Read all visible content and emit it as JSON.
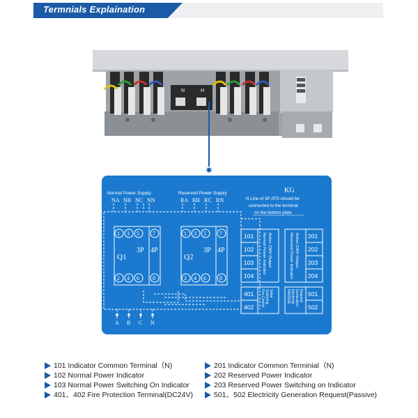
{
  "header": {
    "title": "Termnials Explaination"
  },
  "device": {
    "n_label": "N",
    "h_label": "H"
  },
  "diagram": {
    "kg": "KG",
    "normal_title": "Normal Power Supply",
    "normal_terms": [
      "NA",
      "NB",
      "NC",
      "NN"
    ],
    "reserved_title": "Reserved Power Supply",
    "reserved_terms": [
      "RA",
      "RB",
      "RC",
      "RN"
    ],
    "note_line1": "N Line of 3P ATS should be",
    "note_line2": "connected to the terminal",
    "note_line3": "on the bottom plate",
    "q1": "Q1",
    "q2": "Q2",
    "pole_3p": "3P",
    "pole_4p": "4P",
    "top_circles": [
      "1",
      "3",
      "5",
      "7"
    ],
    "bottom_circles": [
      "2",
      "4",
      "6",
      "8"
    ],
    "bottom_terms": [
      "A",
      "B",
      "C",
      "N"
    ],
    "left_terms": [
      "101",
      "102",
      "103",
      "104"
    ],
    "left_block_text": "Normal Power Indicator",
    "left_block_text2": "Active 230V Output",
    "right_terms": [
      "201",
      "202",
      "203",
      "204"
    ],
    "right_block_text": "Reserved Power Indicator",
    "right_block_text2": "Active 230V Output",
    "fire_terms": [
      "401",
      "402"
    ],
    "fire_text1": "Fire Control",
    "fire_text2": "Switching",
    "fire_text3": "Value",
    "passive_terms": [
      "501",
      "502"
    ],
    "passive_text1": "PASSIVE",
    "passive_text2": "Electricity",
    "passive_text3": "Generation",
    "passive_text4": "Request"
  },
  "legend": {
    "left": [
      "101 Indicator Common Terminal（N)",
      "102 Normal Power Indicator",
      "103 Normal Power Switching On Indicator",
      "401、402 Fire  Protection  Terminal(DC24V)"
    ],
    "right": [
      "201 Indicator Common Terminial（N)",
      "202 Reserved Power Indicator",
      "203 Reserved Power Switching on Indicator",
      "501、502 Electricity Generation Request(Passive)"
    ]
  },
  "colors": {
    "brand_blue": "#1a5aa6",
    "panel_blue": "#1b7ad0"
  }
}
